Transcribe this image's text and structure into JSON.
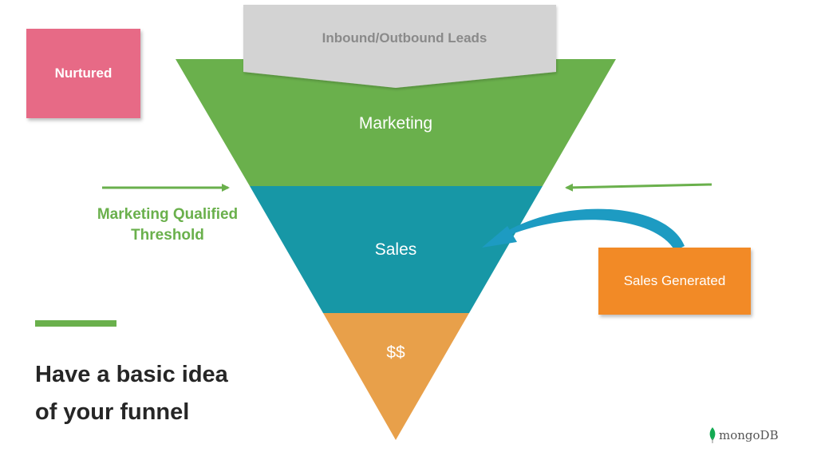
{
  "funnel": {
    "inbound_label": "Inbound/Outbound Leads",
    "stages": [
      {
        "label": "Marketing",
        "color": "#6ab04c"
      },
      {
        "label": "Sales",
        "color": "#1797a6"
      },
      {
        "label": "$$",
        "color": "#e8a04a"
      }
    ],
    "inbound_color": "#d3d3d3"
  },
  "nurtured": {
    "label": "Nurtured",
    "color": "#e76a86"
  },
  "sales_generated": {
    "label": "Sales Generated",
    "color": "#f28a26"
  },
  "threshold": {
    "label": "Marketing Qualified Threshold",
    "color": "#6ab04c"
  },
  "headline": {
    "line1": "Have a basic idea",
    "line2": "of your funnel"
  },
  "accent_color": "#6ab04c",
  "loop_arrow_color": "#1d9bc2",
  "logo": {
    "text": "mongoDB",
    "icon": "leaf-icon",
    "color": "#13aa52"
  }
}
